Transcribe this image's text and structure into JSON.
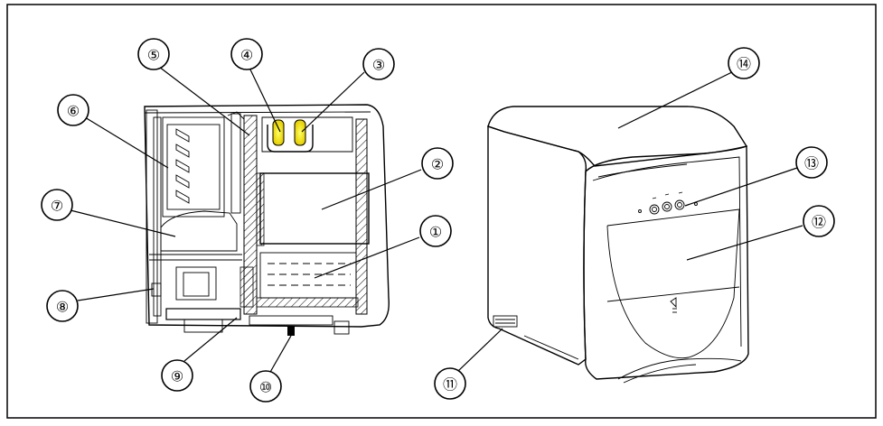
{
  "figure": {
    "callouts": [
      {
        "id": "callout-1",
        "label": "①"
      },
      {
        "id": "callout-2",
        "label": "②"
      },
      {
        "id": "callout-3",
        "label": "③"
      },
      {
        "id": "callout-4",
        "label": "④"
      },
      {
        "id": "callout-5",
        "label": "⑤"
      },
      {
        "id": "callout-6",
        "label": "⑥"
      },
      {
        "id": "callout-7",
        "label": "⑦"
      },
      {
        "id": "callout-8",
        "label": "⑧"
      },
      {
        "id": "callout-9",
        "label": "⑨"
      },
      {
        "id": "callout-10",
        "label": "⑩"
      },
      {
        "id": "callout-11",
        "label": "⑪"
      },
      {
        "id": "callout-12",
        "label": "⑫"
      },
      {
        "id": "callout-13",
        "label": "⑬"
      },
      {
        "id": "callout-14",
        "label": "⑭"
      }
    ]
  }
}
